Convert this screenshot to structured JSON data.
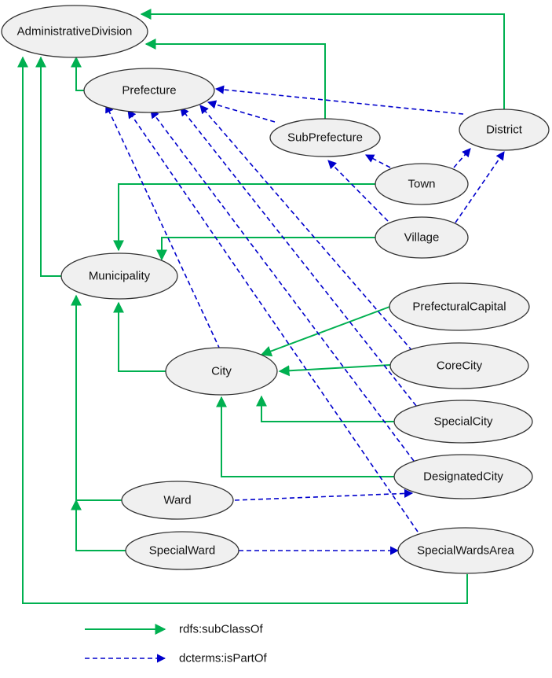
{
  "colors": {
    "subclass": "#00b050",
    "partof": "#0000cc"
  },
  "legend": {
    "subclass_label": "rdfs:subClassOf",
    "partof_label": "dcterms:isPartOf"
  },
  "nodes": {
    "admin": "AdministrativeDivision",
    "prefecture": "Prefecture",
    "subprefecture": "SubPrefecture",
    "district": "District",
    "town": "Town",
    "village": "Village",
    "municipality": "Municipality",
    "prefcapital": "PrefecturalCapital",
    "city": "City",
    "corecity": "CoreCity",
    "specialcity": "SpecialCity",
    "designatedcity": "DesignatedCity",
    "ward": "Ward",
    "specialward": "SpecialWard",
    "specialwardsarea": "SpecialWardsArea"
  },
  "edges": {
    "subClassOf": [
      [
        "prefecture",
        "admin"
      ],
      [
        "subprefecture",
        "admin"
      ],
      [
        "district",
        "admin"
      ],
      [
        "municipality",
        "admin"
      ],
      [
        "specialwardsarea",
        "admin"
      ],
      [
        "town",
        "municipality"
      ],
      [
        "village",
        "municipality"
      ],
      [
        "city",
        "municipality"
      ],
      [
        "ward",
        "municipality"
      ],
      [
        "specialward",
        "municipality"
      ],
      [
        "prefcapital",
        "city"
      ],
      [
        "corecity",
        "city"
      ],
      [
        "specialcity",
        "city"
      ],
      [
        "designatedcity",
        "city"
      ]
    ],
    "isPartOf": [
      [
        "subprefecture",
        "prefecture"
      ],
      [
        "district",
        "prefecture"
      ],
      [
        "town",
        "subprefecture"
      ],
      [
        "town",
        "district"
      ],
      [
        "village",
        "subprefecture"
      ],
      [
        "village",
        "district"
      ],
      [
        "city",
        "prefecture"
      ],
      [
        "corecity",
        "prefecture"
      ],
      [
        "specialcity",
        "prefecture"
      ],
      [
        "designatedcity",
        "prefecture"
      ],
      [
        "specialwardsarea",
        "prefecture"
      ],
      [
        "ward",
        "designatedcity"
      ],
      [
        "specialward",
        "specialwardsarea"
      ]
    ]
  }
}
